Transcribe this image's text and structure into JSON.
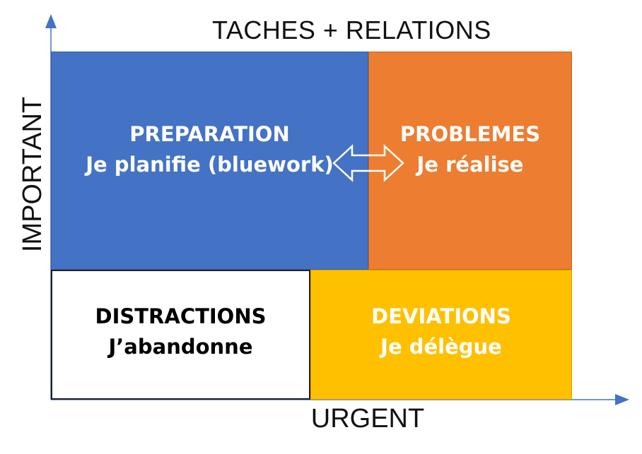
{
  "labels": {
    "top": "TACHES + RELATIONS",
    "y_axis": "IMPORTANT",
    "x_axis": "URGENT"
  },
  "quadrants": {
    "preparation": {
      "title": "PREPARATION",
      "subtitle": "Je planifie (bluework)",
      "color": "#4472C4"
    },
    "problemes": {
      "title": "PROBLEMES",
      "subtitle": "Je réalise",
      "color": "#ED7D31"
    },
    "distractions": {
      "title": "DISTRACTIONS",
      "subtitle": "J’abandonne",
      "color": "#FFFFFF"
    },
    "deviations": {
      "title": "DEVIATIONS",
      "subtitle": "Je délègue",
      "color": "#FFC000"
    }
  },
  "connector": {
    "icon": "double-arrow-icon"
  },
  "axis_color": "#4472C4"
}
